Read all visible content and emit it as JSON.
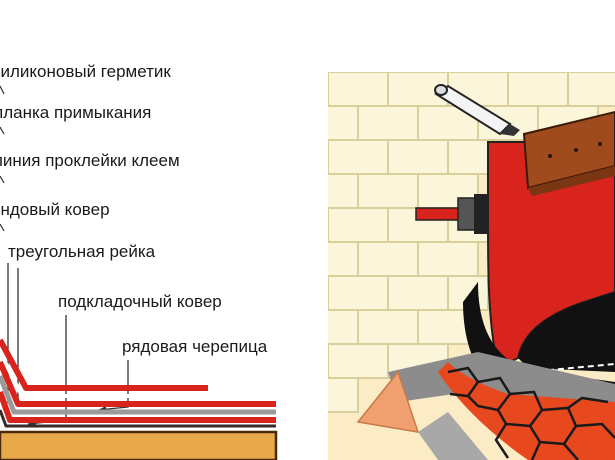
{
  "labels": {
    "sealant": "силиконовый герметик",
    "flashing_strip": "планка примыкания",
    "glue_line": "линия проклейки клеем",
    "valley_carpet": "ендовый ковер",
    "triangular_rail": "треугольная рейка",
    "underlay_carpet": "подкладочный ковер",
    "ordinary_shingles": "рядовая черепица"
  },
  "colors": {
    "red": "#d8241c",
    "orange_red": "#e8481e",
    "black": "#111111",
    "gray": "#8c8c8c",
    "wood": "#e8a94a",
    "brick_bg": "#fbf6da",
    "wall_bg": "#fbecc6",
    "rail": "#f0a070",
    "strip_brown": "#a04b1e"
  }
}
